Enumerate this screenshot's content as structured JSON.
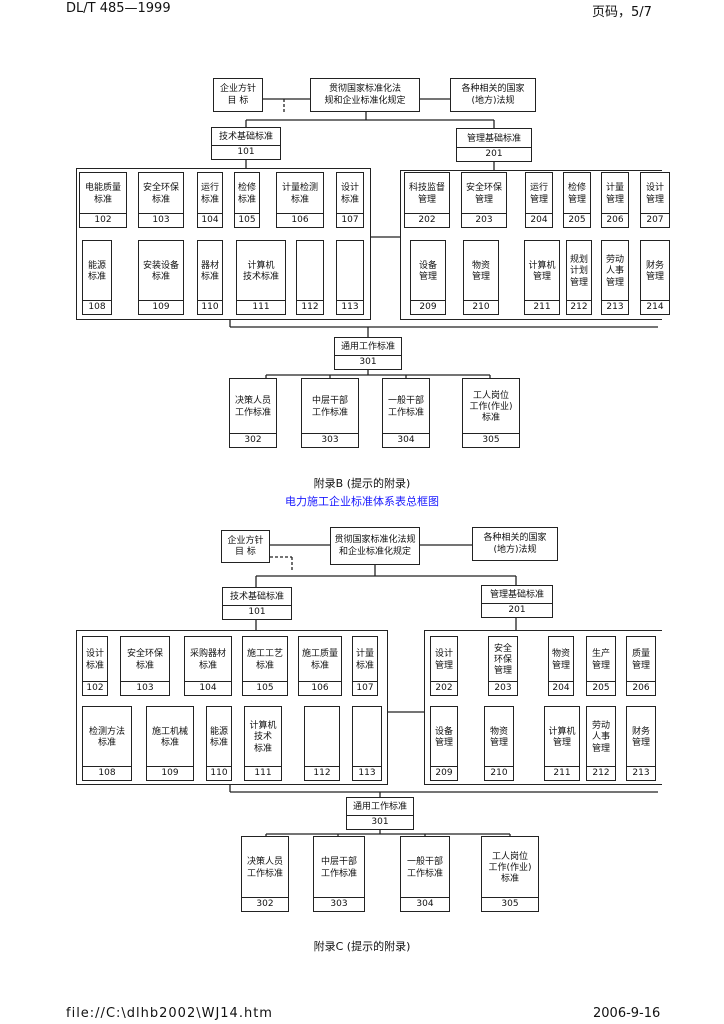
{
  "header": {
    "left": "DL/T 485—1999",
    "right": "页码，5/7"
  },
  "footer": {
    "left": "file://C:\\dlhb2002\\WJ14.htm",
    "right": "2006-9-16"
  },
  "diagram_b": {
    "top": {
      "policy": "企业方针\n目    标",
      "regulation": "贯彻国家标准化法\n规和企业标准化规定",
      "national": "各种相关的国家\n(地方)法规"
    },
    "tech": {
      "label": "技术基础标准",
      "code": "101"
    },
    "mgmt": {
      "label": "管理基础标准",
      "code": "201"
    },
    "tech_items": [
      {
        "label": "电能质量\n标准",
        "code": "102"
      },
      {
        "label": "安全环保\n标准",
        "code": "103"
      },
      {
        "label": "运行\n标准",
        "code": "104"
      },
      {
        "label": "检修\n标准",
        "code": "105"
      },
      {
        "label": "计量检测\n标准",
        "code": "106"
      },
      {
        "label": "设计\n标准",
        "code": "107"
      },
      {
        "label": "能源\n标准",
        "code": "108"
      },
      {
        "label": "安装设备\n标准",
        "code": "109"
      },
      {
        "label": "器材\n标准",
        "code": "110"
      },
      {
        "label": "计算机\n技术标准",
        "code": "111"
      },
      {
        "label": "",
        "code": "112"
      },
      {
        "label": "",
        "code": "113"
      }
    ],
    "mgmt_items": [
      {
        "label": "科技监督\n管理",
        "code": "202"
      },
      {
        "label": "安全环保\n管理",
        "code": "203"
      },
      {
        "label": "运行\n管理",
        "code": "204"
      },
      {
        "label": "检修\n管理",
        "code": "205"
      },
      {
        "label": "计量\n管理",
        "code": "206"
      },
      {
        "label": "设计\n管理",
        "code": "207"
      },
      {
        "label": "设备\n管理",
        "code": "209"
      },
      {
        "label": "物资\n管理",
        "code": "210"
      },
      {
        "label": "计算机\n管理",
        "code": "211"
      },
      {
        "label": "规划\n计划\n管理",
        "code": "212"
      },
      {
        "label": "劳动\n人事\n管理",
        "code": "213"
      },
      {
        "label": "财务\n管理",
        "code": "214"
      }
    ],
    "general": {
      "label": "通用工作标准",
      "code": "301"
    },
    "work_items": [
      {
        "label": "决策人员\n工作标准",
        "code": "302"
      },
      {
        "label": "中层干部\n工作标准",
        "code": "303"
      },
      {
        "label": "一般干部\n工作标准",
        "code": "304"
      },
      {
        "label": "工人岗位\n工作(作业)\n标准",
        "code": "305"
      }
    ],
    "caption": "附录B (提示的附录)",
    "subcaption": "电力施工企业标准体系表总框图"
  },
  "diagram_c": {
    "top": {
      "policy": "企业方针\n目    标",
      "regulation": "贯彻国家标准化法规\n和企业标准化规定",
      "national": "各种相关的国家\n(地方)法规"
    },
    "tech": {
      "label": "技术基础标准",
      "code": "101"
    },
    "mgmt": {
      "label": "管理基础标准",
      "code": "201"
    },
    "tech_items": [
      {
        "label": "设计\n标准",
        "code": "102"
      },
      {
        "label": "安全环保\n标准",
        "code": "103"
      },
      {
        "label": "采购器材\n标准",
        "code": "104"
      },
      {
        "label": "施工工艺\n标准",
        "code": "105"
      },
      {
        "label": "施工质量\n标准",
        "code": "106"
      },
      {
        "label": "计量\n标准",
        "code": "107"
      },
      {
        "label": "检测方法\n标准",
        "code": "108"
      },
      {
        "label": "施工机械\n标准",
        "code": "109"
      },
      {
        "label": "能源\n标准",
        "code": "110"
      },
      {
        "label": "计算机\n技术\n标准",
        "code": "111"
      },
      {
        "label": "",
        "code": "112"
      },
      {
        "label": "",
        "code": "113"
      }
    ],
    "mgmt_items": [
      {
        "label": "设计\n管理",
        "code": "202"
      },
      {
        "label": "安全\n环保\n管理",
        "code": "203"
      },
      {
        "label": "物资\n管理",
        "code": "204"
      },
      {
        "label": "生产\n管理",
        "code": "205"
      },
      {
        "label": "质量\n管理",
        "code": "206"
      },
      {
        "label": "设备\n管理",
        "code": "209"
      },
      {
        "label": "物资\n管理",
        "code": "210"
      },
      {
        "label": "计算机\n管理",
        "code": "211"
      },
      {
        "label": "劳动\n人事\n管理",
        "code": "212"
      },
      {
        "label": "财务\n管理",
        "code": "213"
      }
    ],
    "general": {
      "label": "通用工作标准",
      "code": "301"
    },
    "work_items": [
      {
        "label": "决策人员\n工作标准",
        "code": "302"
      },
      {
        "label": "中层干部\n工作标准",
        "code": "303"
      },
      {
        "label": "一般干部\n工作标准",
        "code": "304"
      },
      {
        "label": "工人岗位\n工作(作业)\n标准",
        "code": "305"
      }
    ],
    "caption": "附录C (提示的附录)"
  }
}
